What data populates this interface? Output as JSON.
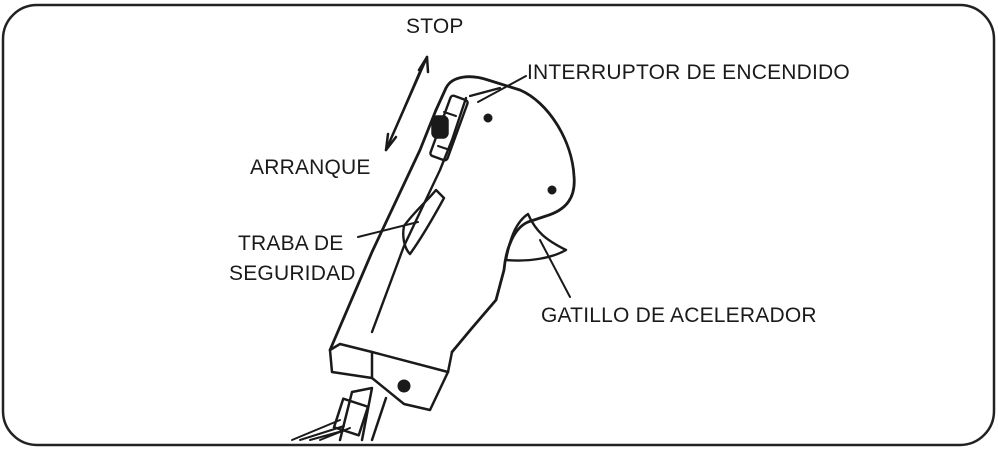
{
  "labels": {
    "stop": "STOP",
    "ignition_switch": "INTERRUPTOR DE ENCENDIDO",
    "start": "ARRANQUE",
    "safety_lock_line1": "TRABA DE",
    "safety_lock_line2": "SEGURIDAD",
    "throttle_trigger": "GATILLO DE ACELERADOR"
  },
  "colors": {
    "ink": "#1a1a1a",
    "frame": "#222222",
    "background": "#ffffff"
  }
}
